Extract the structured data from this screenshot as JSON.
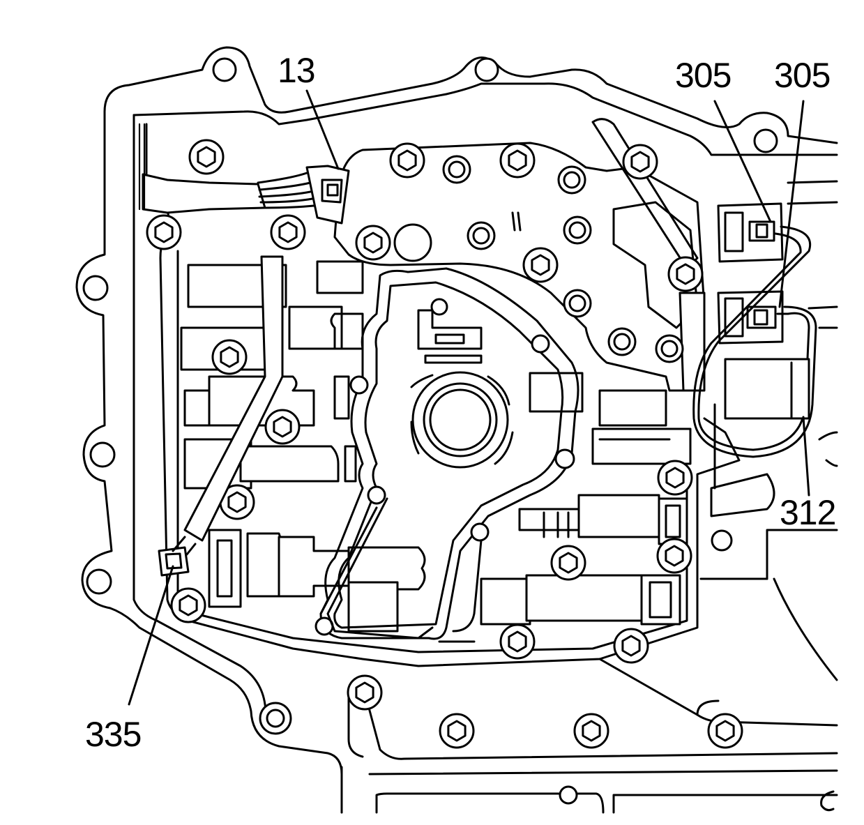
{
  "figure": {
    "background": "#ffffff",
    "line_color": "#000000"
  },
  "callouts": [
    {
      "id": "c13",
      "label": "13"
    },
    {
      "id": "c305a",
      "label": "305"
    },
    {
      "id": "c305b",
      "label": "305"
    },
    {
      "id": "c312",
      "label": "312"
    },
    {
      "id": "c335",
      "label": "335"
    }
  ]
}
